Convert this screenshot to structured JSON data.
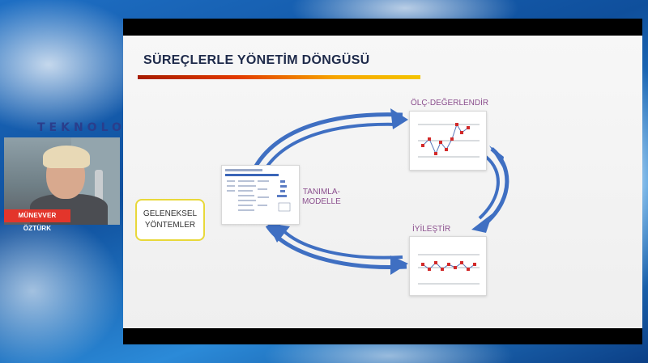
{
  "sidebar": {
    "brand": "TEKNOLOJİ"
  },
  "webcam": {
    "participant_name": "MÜNEVVER ÖZTÜRK"
  },
  "slide": {
    "title": "SÜREÇLERLE YÖNETİM DÖNGÜSÜ",
    "traditional_box": [
      "GELENEKSEL",
      "YÖNTEMLER"
    ],
    "define_model_label": [
      "TANIMLA-",
      "MODELLE"
    ],
    "measure_label": "ÖLÇ-DEĞERLENDİR",
    "improve_label": "İYİLEŞTİR",
    "colors": {
      "arrow_blue": "#3f6fc2",
      "label_purple": "#8b4f8e",
      "chart_point_red": "#d22a2a",
      "traditional_border": "#e8d83a",
      "title_bar_start": "#a61c00",
      "title_bar_end": "#f4c400"
    }
  }
}
